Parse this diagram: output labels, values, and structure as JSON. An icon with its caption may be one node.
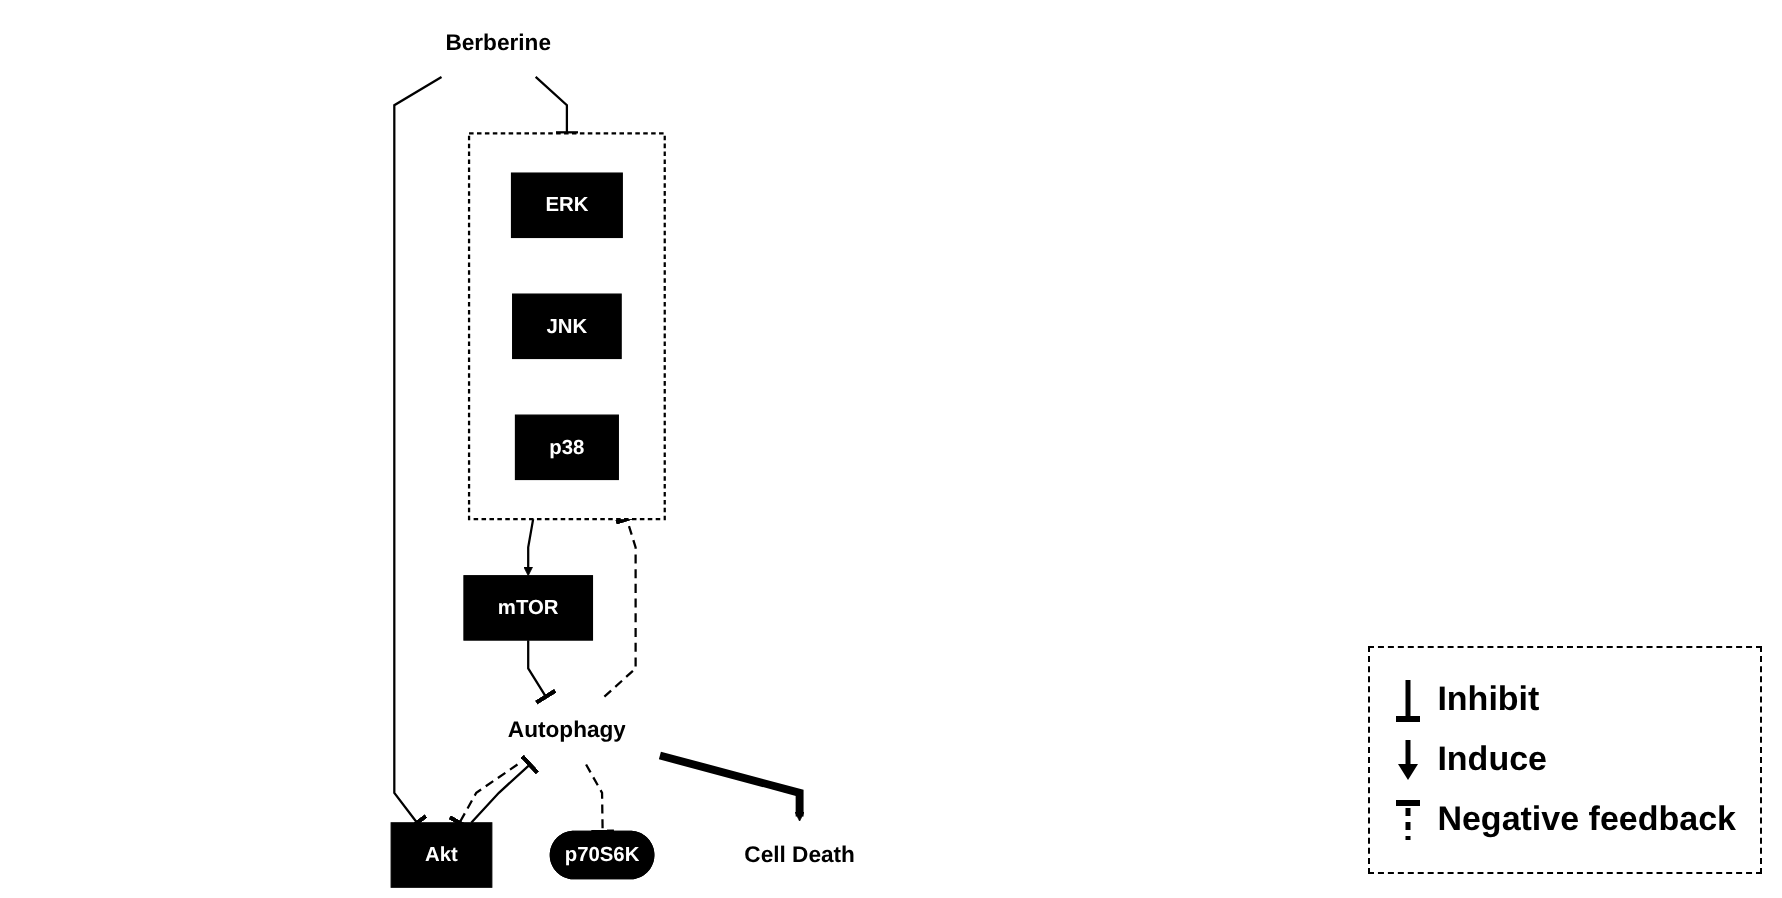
{
  "diagram": {
    "nodes": [
      {
        "text": [
          "Berberine"
        ]
      },
      {
        "text": [],
        "shape": "box"
      },
      {
        "text": [
          "ERK"
        ],
        "in": 1
      },
      {
        "text": [
          "JNK"
        ],
        "in": 1
      },
      {
        "text": [
          "p38"
        ],
        "in": 1
      },
      {
        "text": [
          "Akt"
        ]
      },
      {
        "text": [
          "mTOR"
        ]
      },
      {
        "text": [
          "p70S6K"
        ]
      },
      {
        "text": [
          "Autophagy"
        ]
      },
      {
        "text": [
          "Cell Death"
        ]
      }
    ],
    "edges": [
      {
        "from": 0,
        "to": 1,
        "arrow": "other"
      },
      {
        "from": 0,
        "to": 5,
        "arrow": "other"
      },
      {
        "from": 1,
        "to": 6,
        "arrow": "to"
      },
      {
        "from": 6,
        "to": 8,
        "arrow": "other"
      },
      {
        "from": 5,
        "to": 8,
        "arrow": "other"
      },
      {
        "from": 8,
        "to": 7,
        "arrow": "other",
        "style": "dashed"
      },
      {
        "from": 8,
        "to": 1,
        "arrow": "other",
        "style": "dashed"
      },
      {
        "from": 8,
        "to": 5,
        "arrow": "other",
        "style": "dashed"
      },
      {
        "from": 8,
        "to": 9,
        "arrow": "to",
        "style": "thick"
      }
    ],
    "legend": [
      {
        "text": "Inhibit"
      },
      {
        "text": "Induce"
      },
      {
        "text": "Negative feedback"
      }
    ]
  }
}
